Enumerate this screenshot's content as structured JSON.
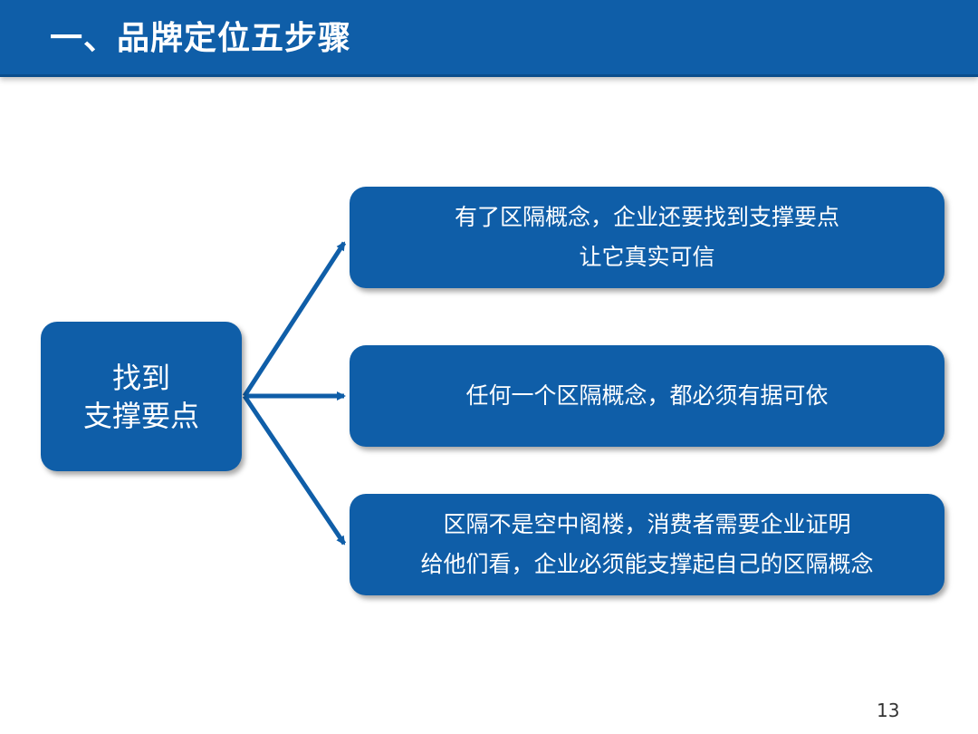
{
  "header": {
    "title": "一、品牌定位五步骤",
    "color": "#0f5ea8"
  },
  "diagram": {
    "source": {
      "lines": [
        "找到",
        "支撑要点"
      ]
    },
    "targets": [
      {
        "lines": [
          "有了区隔概念，企业还要找到支撑要点",
          "让它真实可信"
        ]
      },
      {
        "lines": [
          "任何一个区隔概念，都必须有据可依"
        ]
      },
      {
        "lines": [
          "区隔不是空中阁楼，消费者需要企业证明",
          "给他们看，企业必须能支撑起自己的区隔概念"
        ]
      }
    ],
    "box_color": "#0f5ea8",
    "arrow_color": "#0f5ea8"
  },
  "footer": {
    "page_number": "13"
  }
}
